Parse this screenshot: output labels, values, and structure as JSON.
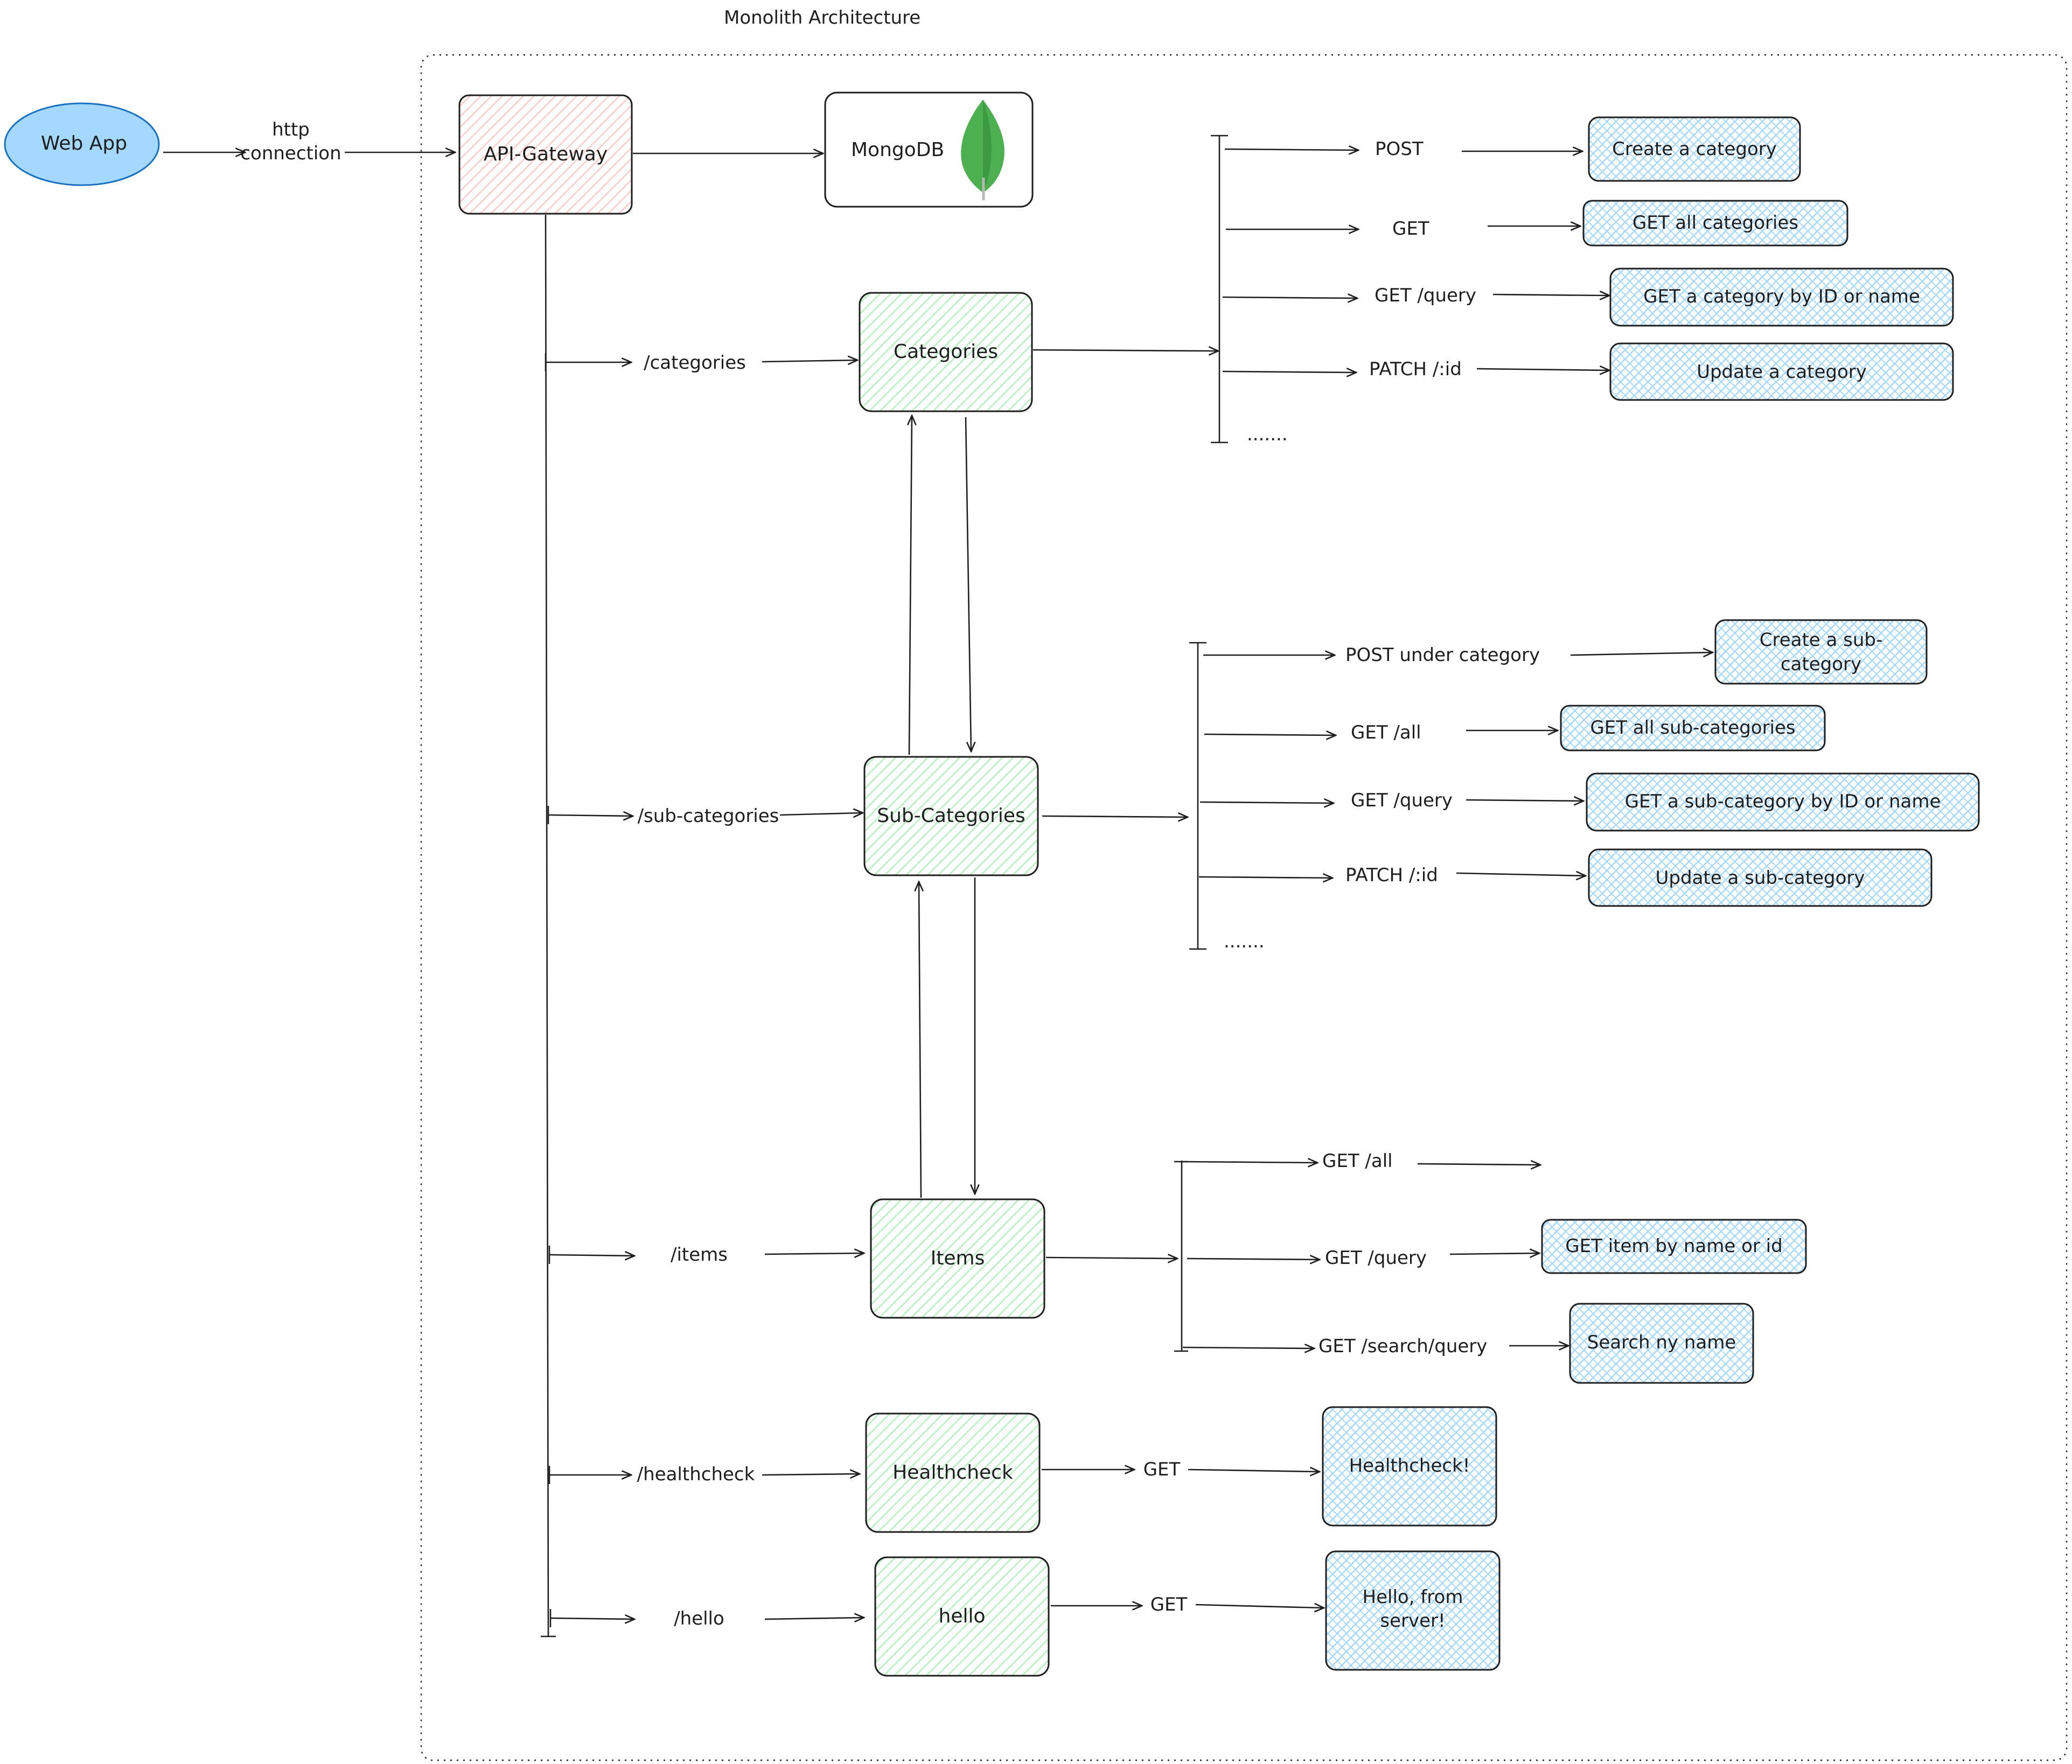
{
  "title": "Monolith Architecture",
  "colors": {
    "client_fill": "#a5d8ff",
    "client_stroke": "#1971c2",
    "gateway_fill": "#ffc9c9",
    "service_fill": "#b2f2bb",
    "response_fill": "#a5d8ff",
    "stroke": "#1e1e1e",
    "mongo_leaf": "#4caf50"
  },
  "nodes": {
    "web_app": "Web App",
    "api_gateway": "API-Gateway",
    "mongodb": "MongoDB",
    "categories": "Categories",
    "sub_categories": "Sub-Categories",
    "items": "Items",
    "healthcheck": "Healthcheck",
    "hello": "hello"
  },
  "edges": {
    "http_line1": "http",
    "http_line2": "connection"
  },
  "routes": {
    "categories": "/categories",
    "sub_categories": "/sub-categories",
    "items": "/items",
    "healthcheck": "/healthcheck",
    "hello": "/hello"
  },
  "categories_endpoints": {
    "post": "POST",
    "get": "GET",
    "get_query": "GET /query",
    "patch": "PATCH /:id",
    "more": "......."
  },
  "categories_responses": {
    "create": "Create a category",
    "get_all": "GET all categories",
    "get_by_id": "GET a category by ID or name",
    "update": "Update a category"
  },
  "subcategories_endpoints": {
    "post": "POST under category",
    "get_all": "GET /all",
    "get_query": "GET /query",
    "patch": "PATCH /:id",
    "more": "......."
  },
  "subcategories_responses": {
    "create_line1": "Create a sub-",
    "create_line2": "category",
    "get_all": "GET all sub-categories",
    "get_by_id": "GET a sub-category by ID or name",
    "update": "Update a sub-category"
  },
  "items_endpoints": {
    "get_all": "GET /all",
    "get_query": "GET /query",
    "search": "GET /search/query"
  },
  "items_responses": {
    "get_item": "GET item by name or id",
    "search": "Search ny name"
  },
  "healthcheck": {
    "method": "GET",
    "response": "Healthcheck!"
  },
  "hello": {
    "method": "GET",
    "response_line1": "Hello, from",
    "response_line2": "server!"
  }
}
